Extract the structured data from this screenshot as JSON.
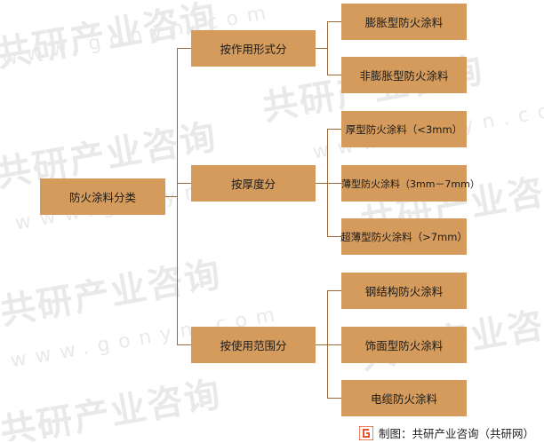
{
  "root": {
    "label": "防火涂料分类"
  },
  "groups": [
    {
      "label": "按作用形式分",
      "items": [
        "膨胀型防火涂料",
        "非膨胀型防火涂料"
      ]
    },
    {
      "label": "按厚度分",
      "items": [
        "厚型防火涂料（<3mm）",
        "薄型防火涂料（3mm－7mm）",
        "超薄型防火涂料（>7mm）"
      ]
    },
    {
      "label": "按使用范围分",
      "items": [
        "钢结构防火涂料",
        "饰面型防火涂料",
        "电缆防火涂料"
      ]
    }
  ],
  "watermark": {
    "brand": "共研产业咨询",
    "url": "www.gonyn.com"
  },
  "footer": {
    "source": "制图：共研产业咨询（共研网）"
  },
  "colors": {
    "box": "#d49b5c",
    "line": "#9b6a3a",
    "logo": "#e7552c"
  }
}
